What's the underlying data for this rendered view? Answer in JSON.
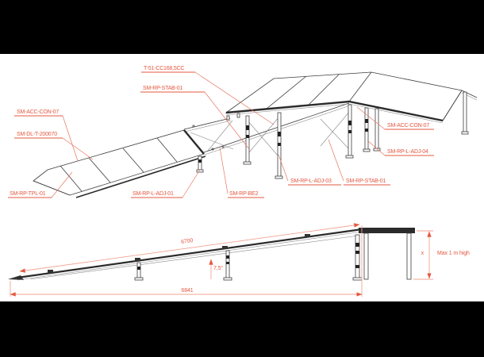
{
  "drawing": {
    "type": "technical-assembly-drawing",
    "colors": {
      "label_text": "#e45840",
      "leader_line": "#e8755f",
      "dimension_line": "#f2a392",
      "line_art": "#3d3d3d",
      "dark_edge": "#2b2b2b",
      "canvas": "#ffffff",
      "letterbox": "#000000"
    },
    "isometric_view": {
      "description": "isometric view of ramp with deck panels, rails, adjustable legs and platform",
      "part_labels": [
        {
          "id": "t51",
          "text": "T-51-CC168,5CC"
        },
        {
          "id": "stab_top",
          "text": "SM-RP-STAB-01"
        },
        {
          "id": "acc_left",
          "text": "SM-ACC-CON-07"
        },
        {
          "id": "dlt",
          "text": "SM-DL-T-200070"
        },
        {
          "id": "tpl",
          "text": "SM-RP-TPL-01"
        },
        {
          "id": "adj01",
          "text": "SM-RP-L-ADJ-01"
        },
        {
          "id": "be2",
          "text": "SM-RP-BE2"
        },
        {
          "id": "adj03",
          "text": "SM-RP-L-ADJ-03"
        },
        {
          "id": "stab_right",
          "text": "SM-RP-STAB-01"
        },
        {
          "id": "acc_right",
          "text": "SM-ACC-CON-07"
        },
        {
          "id": "adj04",
          "text": "SM-RP-L-ADJ-04"
        }
      ]
    },
    "elevation_view": {
      "description": "side elevation of ramp with dimensions",
      "dimensions": {
        "upper_length": "6700",
        "total_length": "6841",
        "angle": "7,5°",
        "height_variable": "x",
        "height_note": "Max 1 m high"
      }
    }
  }
}
